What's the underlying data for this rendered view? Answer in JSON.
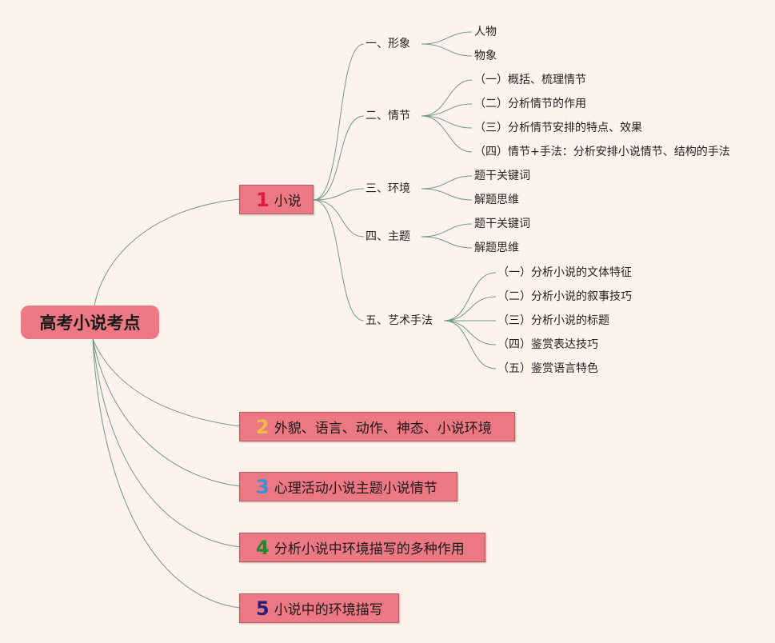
{
  "root": "高考小说考点",
  "colors": {
    "num1": "#e01b3f",
    "num2": "#f4b942",
    "num3": "#3a8fd8",
    "num4": "#1d8a2e",
    "num5": "#2a1d7a",
    "branch_fill": "#ec7884",
    "link": "#6f9a86",
    "background": "#fdf3ec"
  },
  "branches": [
    {
      "num": "1",
      "label": "小说"
    },
    {
      "num": "2",
      "label": "外貌、语言、动作、神态、小说环境"
    },
    {
      "num": "3",
      "label": "心理活动小说主题小说情节"
    },
    {
      "num": "4",
      "label": "分析小说中环境描写的多种作用"
    },
    {
      "num": "5",
      "label": "小说中的环境描写"
    }
  ],
  "subtopics": [
    {
      "label": "一、形象",
      "leaves": [
        "人物",
        "物象"
      ]
    },
    {
      "label": "二、情节",
      "leaves": [
        "（一）概括、梳理情节",
        "（二）分析情节的作用",
        "（三）分析情节安排的特点、效果",
        "（四）情节+手法：分析安排小说情节、结构的手法"
      ]
    },
    {
      "label": "三、环境",
      "leaves": [
        "题干关键词",
        "解题思维"
      ]
    },
    {
      "label": "四、主题",
      "leaves": [
        "题干关键词",
        "解题思维"
      ]
    },
    {
      "label": "五、艺术手法",
      "leaves": [
        "（一）分析小说的文体特征",
        "（二）分析小说的叙事技巧",
        "（三）分析小说的标题",
        "（四）鉴赏表达技巧",
        "（五）鉴赏语言特色"
      ]
    }
  ]
}
